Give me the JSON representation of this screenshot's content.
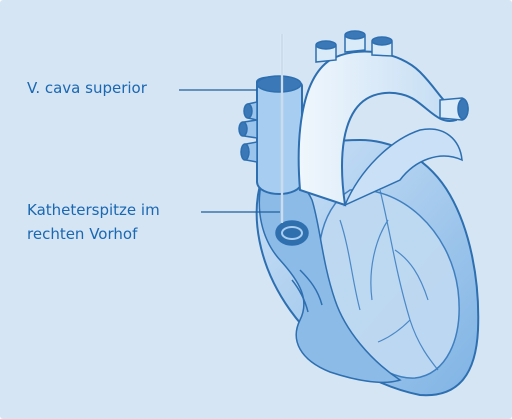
{
  "labels": {
    "vena_cava": "V. cava superior",
    "catheter_tip_line1": "Katheterspitze im",
    "catheter_tip_line2": "rechten Vorhof"
  },
  "colors": {
    "background": "#d5e5f4",
    "label_text": "#1a67b2",
    "leader_line": "#1f5fa0",
    "heart_light": "#e4f0fb",
    "heart_mid": "#a9cdf0",
    "heart_dark": "#5f9bd3",
    "outline": "#2d6fb0"
  }
}
